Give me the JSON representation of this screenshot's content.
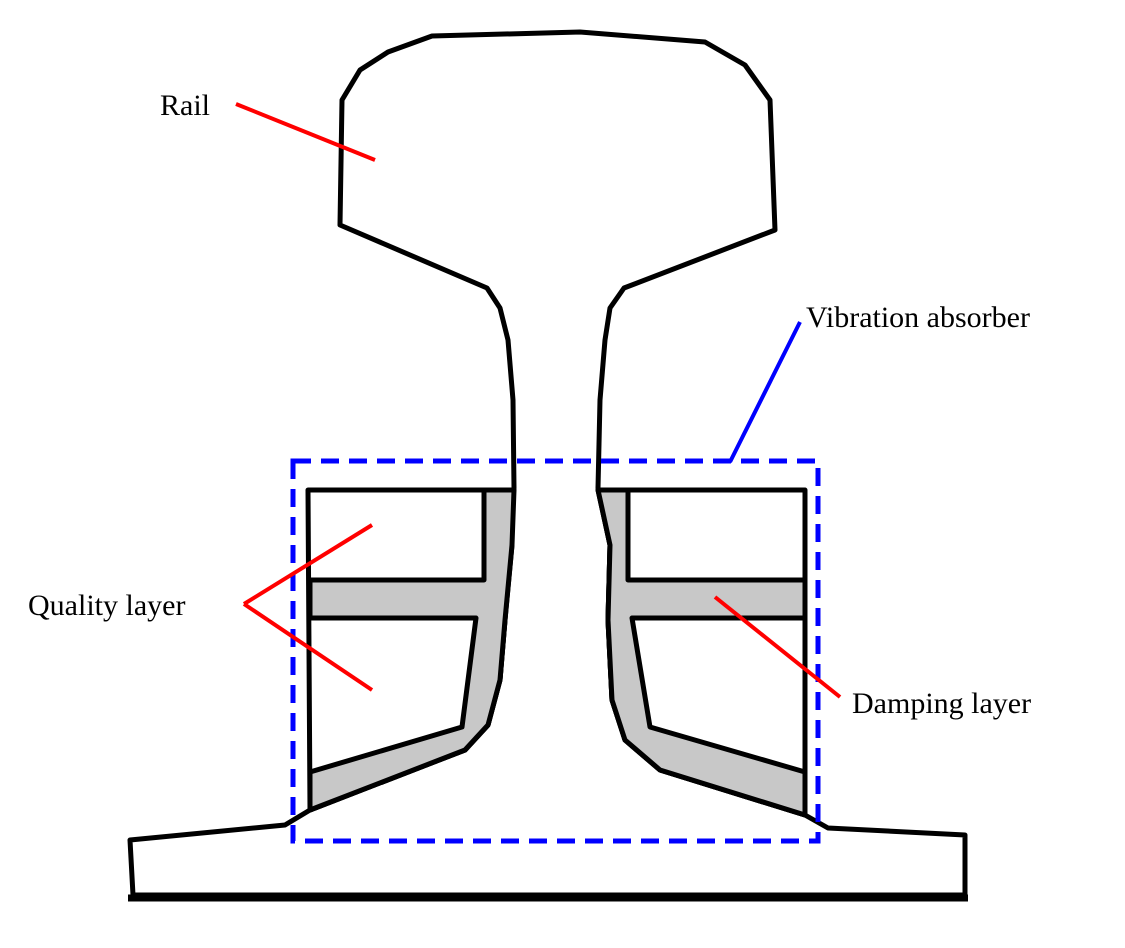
{
  "labels": {
    "rail": "Rail",
    "vibration_absorber": "Vibration absorber",
    "quality_layer": "Quality layer",
    "damping_layer": "Damping layer"
  },
  "colors": {
    "outline": "#000000",
    "damping_fill": "#c8c8c8",
    "leader_red": "#ff0000",
    "absorber_blue": "#0000ff",
    "background": "#ffffff"
  }
}
